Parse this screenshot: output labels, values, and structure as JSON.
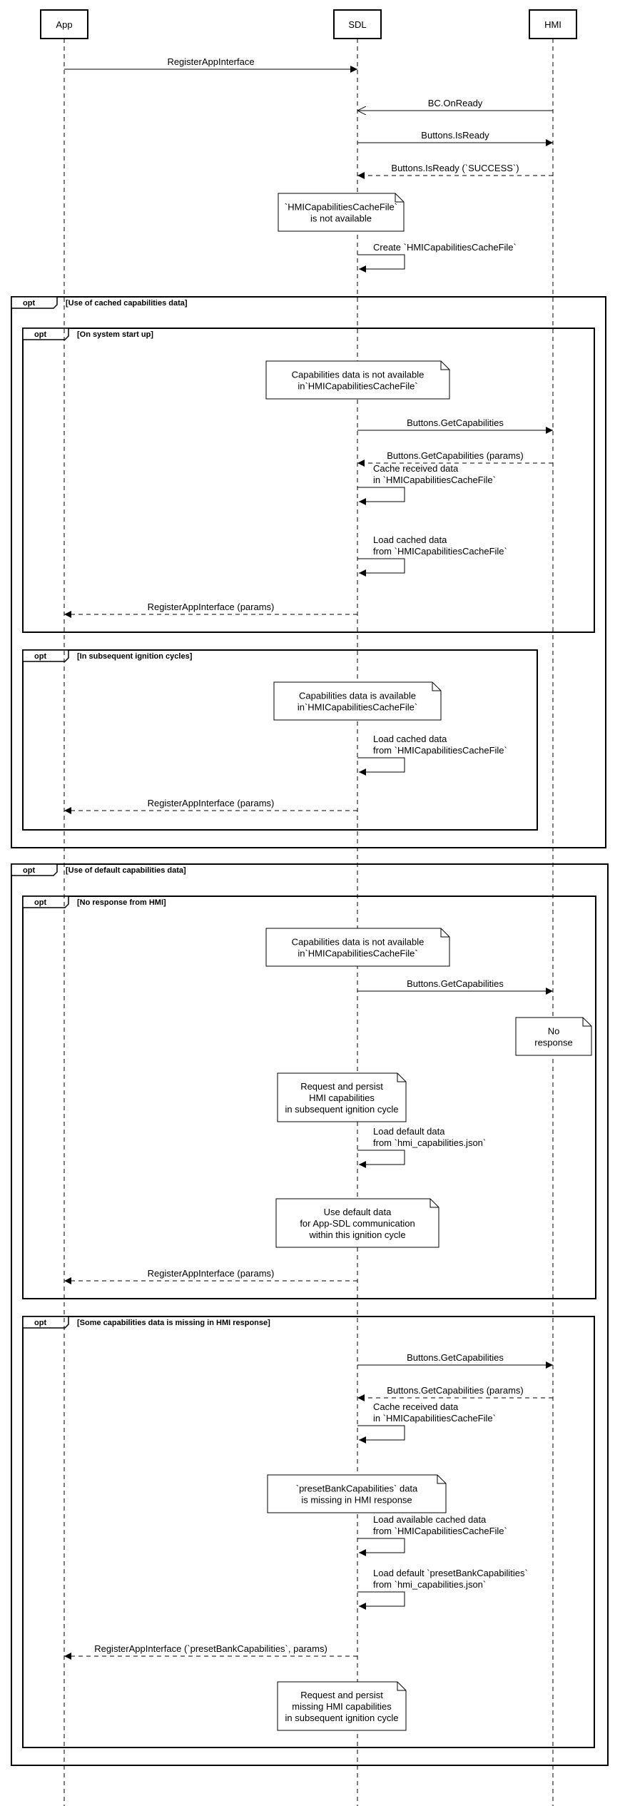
{
  "participants": [
    {
      "id": "app",
      "label": "App"
    },
    {
      "id": "sdl",
      "label": "SDL"
    },
    {
      "id": "hmi",
      "label": "HMI"
    }
  ],
  "messages": [
    {
      "from": "app",
      "to": "sdl",
      "style": "solid",
      "head": "filled",
      "label": "RegisterAppInterface"
    },
    {
      "from": "hmi",
      "to": "sdl",
      "style": "solid",
      "head": "open",
      "label": "BC.OnReady"
    },
    {
      "from": "sdl",
      "to": "hmi",
      "style": "solid",
      "head": "filled",
      "label": "Buttons.IsReady"
    },
    {
      "from": "hmi",
      "to": "sdl",
      "style": "dashed",
      "head": "filled",
      "label": "Buttons.IsReady (`SUCCESS`)"
    },
    {
      "from": "sdl",
      "to": "hmi",
      "style": "solid",
      "head": "filled",
      "label": "Buttons.GetCapabilities"
    },
    {
      "from": "hmi",
      "to": "sdl",
      "style": "dashed",
      "head": "filled",
      "label": "Buttons.GetCapabilities (params)"
    },
    {
      "from": "sdl",
      "to": "app",
      "style": "dashed",
      "head": "filled",
      "label": "RegisterAppInterface (params)"
    },
    {
      "from": "sdl",
      "to": "app",
      "style": "dashed",
      "head": "filled",
      "label": "RegisterAppInterface (params)"
    },
    {
      "from": "sdl",
      "to": "hmi",
      "style": "solid",
      "head": "filled",
      "label": "Buttons.GetCapabilities"
    },
    {
      "from": "sdl",
      "to": "app",
      "style": "dashed",
      "head": "filled",
      "label": "RegisterAppInterface (params)"
    },
    {
      "from": "sdl",
      "to": "hmi",
      "style": "solid",
      "head": "filled",
      "label": "Buttons.GetCapabilities"
    },
    {
      "from": "hmi",
      "to": "sdl",
      "style": "dashed",
      "head": "filled",
      "label": "Buttons.GetCapabilities (params)"
    },
    {
      "from": "sdl",
      "to": "app",
      "style": "dashed",
      "head": "filled",
      "label": "RegisterAppInterface (`presetBankCapabilities`, params)"
    }
  ],
  "self_messages": [
    {
      "lines": [
        [
          {
            "t": "Create `HMICapabilitiesCacheFile`"
          }
        ]
      ]
    },
    {
      "lines": [
        [
          {
            "t": "Cache received data"
          }
        ],
        [
          {
            "t": "in `HMICapabilitiesCacheFile`"
          }
        ]
      ]
    },
    {
      "lines": [
        [
          {
            "t": "Load cached data"
          }
        ],
        [
          {
            "t": "from `"
          },
          {
            "t": "HMICapabilitiesCacheFile",
            "b": true
          },
          {
            "t": "`"
          }
        ]
      ]
    },
    {
      "lines": [
        [
          {
            "t": "Load cached data"
          }
        ],
        [
          {
            "t": "from `"
          },
          {
            "t": "HMICapabilitiesCacheFile",
            "b": true
          },
          {
            "t": "`"
          }
        ]
      ]
    },
    {
      "lines": [
        [
          {
            "t": "Load default data"
          }
        ],
        [
          {
            "t": "from `"
          },
          {
            "t": "hmi_capabilities.json",
            "b": true
          },
          {
            "t": "`"
          }
        ]
      ]
    },
    {
      "lines": [
        [
          {
            "t": "Cache received data"
          }
        ],
        [
          {
            "t": "in `HMICapabilitiesCacheFile`"
          }
        ]
      ]
    },
    {
      "lines": [
        [
          {
            "t": "Load available cached data"
          }
        ],
        [
          {
            "t": "from `"
          },
          {
            "t": "HMICapabilitiesCacheFile",
            "b": true
          },
          {
            "t": "`"
          }
        ]
      ]
    },
    {
      "lines": [
        [
          {
            "t": "Load default `presetBankCapabilities`"
          }
        ],
        [
          {
            "t": "from `"
          },
          {
            "t": "hmi_capabilities.json",
            "b": true
          },
          {
            "t": "`"
          }
        ]
      ]
    }
  ],
  "notes": [
    {
      "lines": [
        [
          {
            "t": "`HMICapabilitiesCacheFile`"
          }
        ],
        [
          {
            "t": "is not available"
          }
        ]
      ]
    },
    {
      "lines": [
        [
          {
            "t": "Capabilities data is not available"
          }
        ],
        [
          {
            "t": "in`HMICapabilitiesCacheFile`"
          }
        ]
      ]
    },
    {
      "lines": [
        [
          {
            "t": "Capabilities data is available"
          }
        ],
        [
          {
            "t": "in`HMICapabilitiesCacheFile`"
          }
        ]
      ]
    },
    {
      "lines": [
        [
          {
            "t": "Capabilities data is not available"
          }
        ],
        [
          {
            "t": "in`HMICapabilitiesCacheFile`"
          }
        ]
      ]
    },
    {
      "lines": [
        [
          {
            "t": "No"
          }
        ],
        [
          {
            "t": "response"
          }
        ]
      ]
    },
    {
      "lines": [
        [
          {
            "t": "Request and persist"
          }
        ],
        [
          {
            "t": "HMI capabilities"
          }
        ],
        [
          {
            "t": "in subsequent ignition cycle"
          }
        ]
      ]
    },
    {
      "lines": [
        [
          {
            "t": "Use default data"
          }
        ],
        [
          {
            "t": "for App-SDL communication"
          }
        ],
        [
          {
            "t": "within this ignition cycle"
          }
        ]
      ]
    },
    {
      "lines": [
        [
          {
            "t": "`"
          },
          {
            "t": "presetBankCapabilities",
            "b": true
          },
          {
            "t": "` data"
          }
        ],
        [
          {
            "t": "is missing in HMI response"
          }
        ]
      ]
    },
    {
      "lines": [
        [
          {
            "t": "Request and persist"
          }
        ],
        [
          {
            "t": "missing HMI capabilities"
          }
        ],
        [
          {
            "t": "in subsequent ignition cycle"
          }
        ]
      ]
    }
  ],
  "fragments": [
    {
      "operator": "opt",
      "condition": "[Use of cached capabilities data]"
    },
    {
      "operator": "opt",
      "condition": "[On system start up]"
    },
    {
      "operator": "opt",
      "condition": "[In subsequent ignition cycles]"
    },
    {
      "operator": "opt",
      "condition": "[Use of default capabilities data]"
    },
    {
      "operator": "opt",
      "condition": "[No response from HMI]"
    },
    {
      "operator": "opt",
      "condition": "[Some capabilities data is missing in HMI response]"
    }
  ]
}
